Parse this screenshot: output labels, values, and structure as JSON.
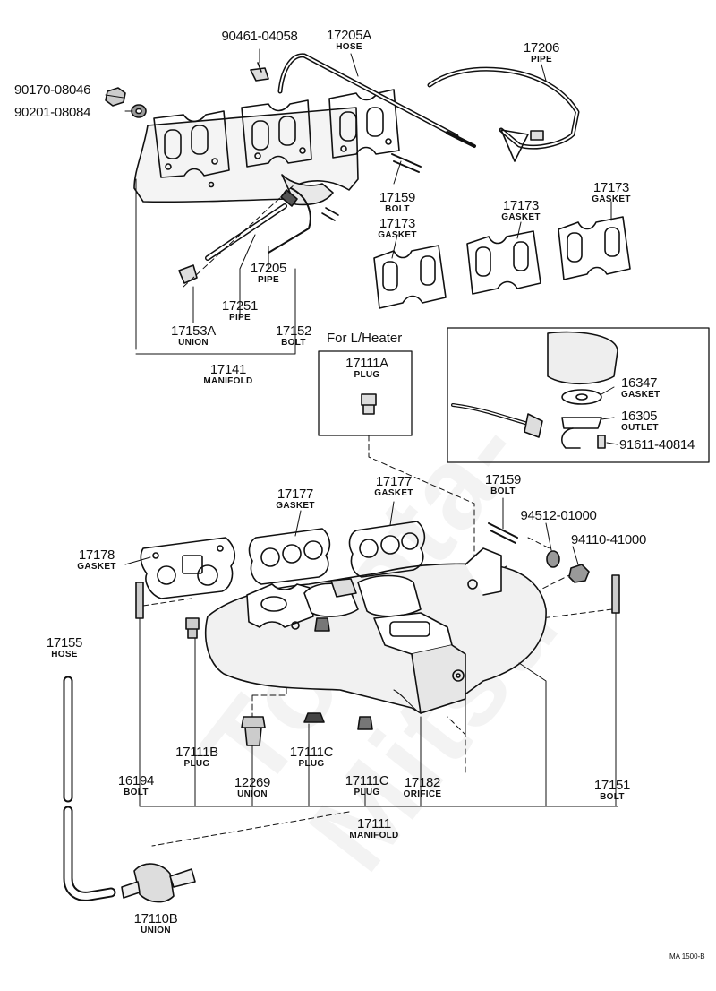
{
  "watermark": "Toyota-Mitsu",
  "footer_code": "MA 1500-B",
  "callout_title": "For L/Heater",
  "parts": [
    {
      "id": "p01",
      "number": "90461-04058",
      "name": ""
    },
    {
      "id": "p02",
      "number": "17205A",
      "name": "HOSE"
    },
    {
      "id": "p03",
      "number": "17206",
      "name": "PIPE"
    },
    {
      "id": "p04",
      "number": "90170-08046",
      "name": ""
    },
    {
      "id": "p05",
      "number": "90201-08084",
      "name": ""
    },
    {
      "id": "p06",
      "number": "17159",
      "name": "BOLT"
    },
    {
      "id": "p07",
      "number": "17173",
      "name": "GASKET"
    },
    {
      "id": "p08",
      "number": "17173",
      "name": "GASKET"
    },
    {
      "id": "p09",
      "number": "17173",
      "name": "GASKET"
    },
    {
      "id": "p10",
      "number": "17205",
      "name": "PIPE"
    },
    {
      "id": "p11",
      "number": "17251",
      "name": "PIPE"
    },
    {
      "id": "p12",
      "number": "17153A",
      "name": "UNION"
    },
    {
      "id": "p13",
      "number": "17152",
      "name": "BOLT"
    },
    {
      "id": "p14",
      "number": "17141",
      "name": "MANIFOLD"
    },
    {
      "id": "p15",
      "number": "17111A",
      "name": "PLUG"
    },
    {
      "id": "p16",
      "number": "16347",
      "name": "GASKET"
    },
    {
      "id": "p17",
      "number": "16305",
      "name": "OUTLET"
    },
    {
      "id": "p18",
      "number": "91611-40814",
      "name": ""
    },
    {
      "id": "p19",
      "number": "17159",
      "name": "BOLT"
    },
    {
      "id": "p20",
      "number": "17177",
      "name": "GASKET"
    },
    {
      "id": "p21",
      "number": "17177",
      "name": "GASKET"
    },
    {
      "id": "p22",
      "number": "94512-01000",
      "name": ""
    },
    {
      "id": "p23",
      "number": "94110-41000",
      "name": ""
    },
    {
      "id": "p24",
      "number": "17178",
      "name": "GASKET"
    },
    {
      "id": "p25",
      "number": "17155",
      "name": "HOSE"
    },
    {
      "id": "p26",
      "number": "17111B",
      "name": "PLUG"
    },
    {
      "id": "p27",
      "number": "17111C",
      "name": "PLUG"
    },
    {
      "id": "p28",
      "number": "16194",
      "name": "BOLT"
    },
    {
      "id": "p29",
      "number": "12269",
      "name": "UNION"
    },
    {
      "id": "p30",
      "number": "17111C",
      "name": "PLUG"
    },
    {
      "id": "p31",
      "number": "17182",
      "name": "ORIFICE"
    },
    {
      "id": "p32",
      "number": "17151",
      "name": "BOLT"
    },
    {
      "id": "p33",
      "number": "17111",
      "name": "MANIFOLD"
    },
    {
      "id": "p34",
      "number": "17110B",
      "name": "UNION"
    }
  ]
}
